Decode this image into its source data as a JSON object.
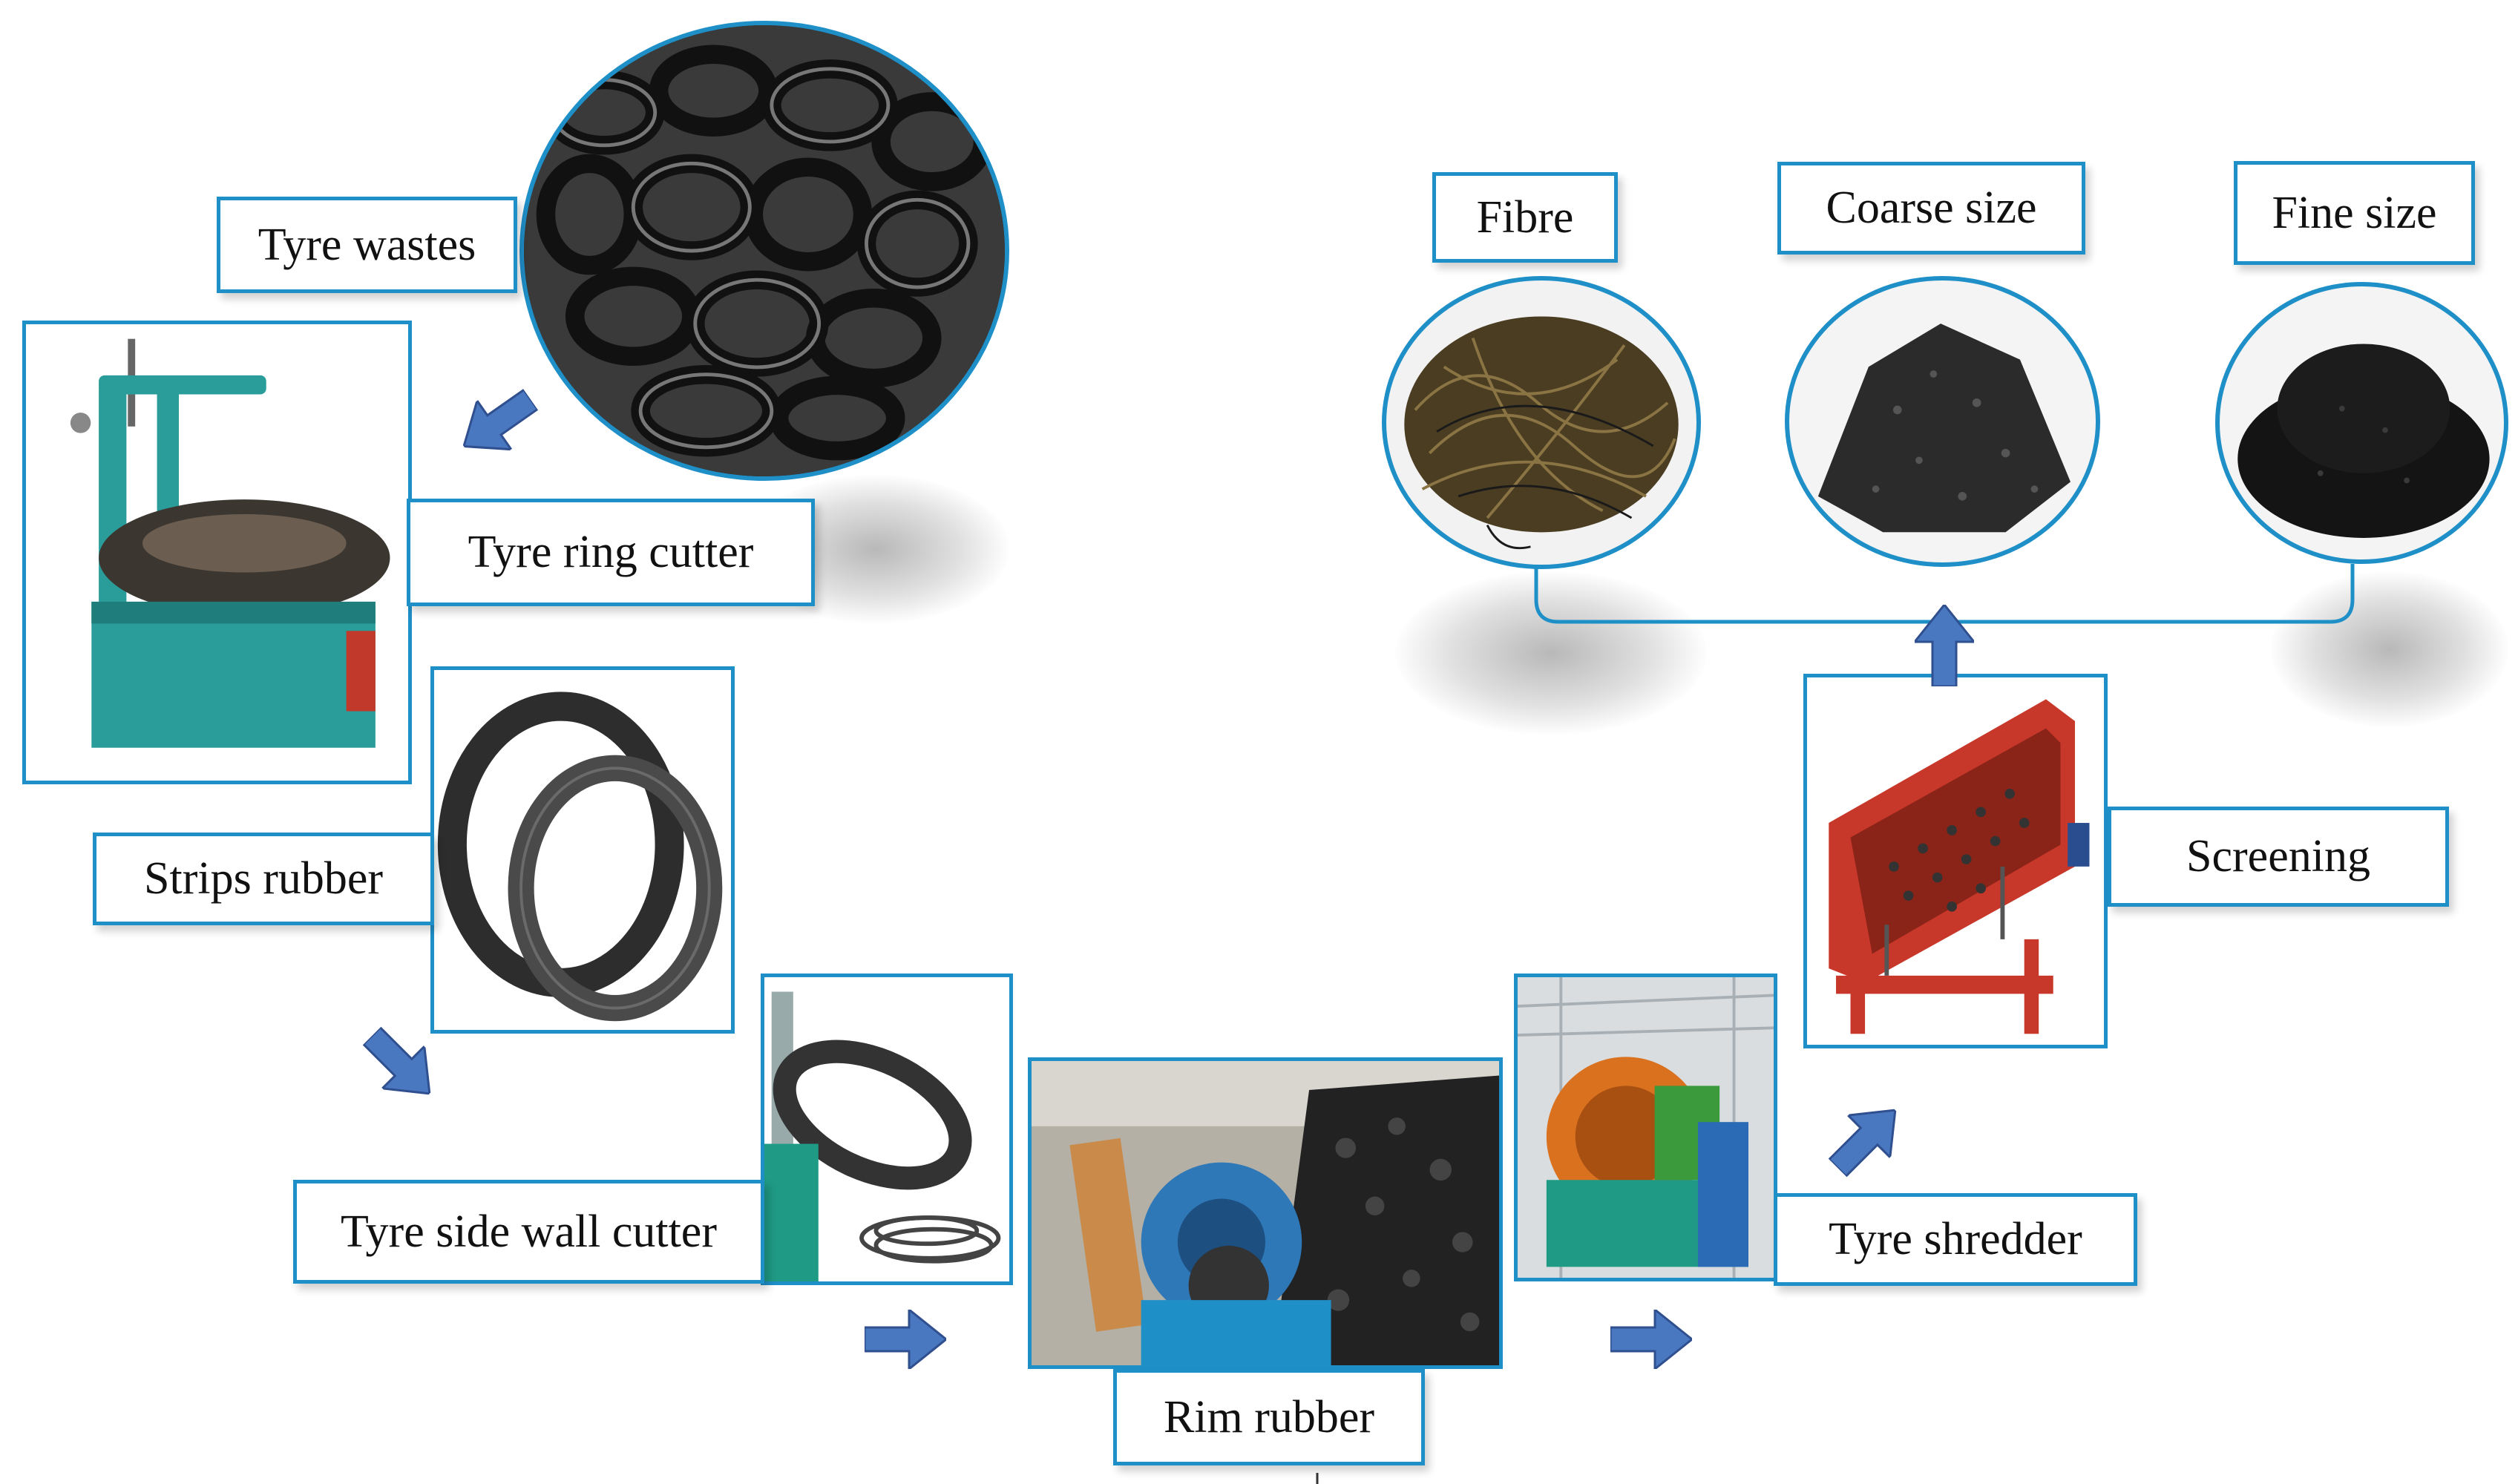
{
  "labels": {
    "tyre_wastes": "Tyre wastes",
    "tyre_ring_cutter": "Tyre ring cutter",
    "strips_rubber": "Strips rubber",
    "tyre_side_wall_cutter": "Tyre side wall cutter",
    "rim_rubber": "Rim rubber",
    "tyre_shredder": "Tyre shredder",
    "screening": "Screening",
    "fibre": "Fibre",
    "coarse_size": "Coarse size",
    "fine_size": "Fine size"
  },
  "colors": {
    "border": "#1f8fc8",
    "arrow": "#4a78c0",
    "arrow_edge": "#2f4f8f",
    "machine_teal": "#2a9d9a",
    "screen_red": "#c8382a"
  },
  "icons": [
    "arrow-icon"
  ]
}
